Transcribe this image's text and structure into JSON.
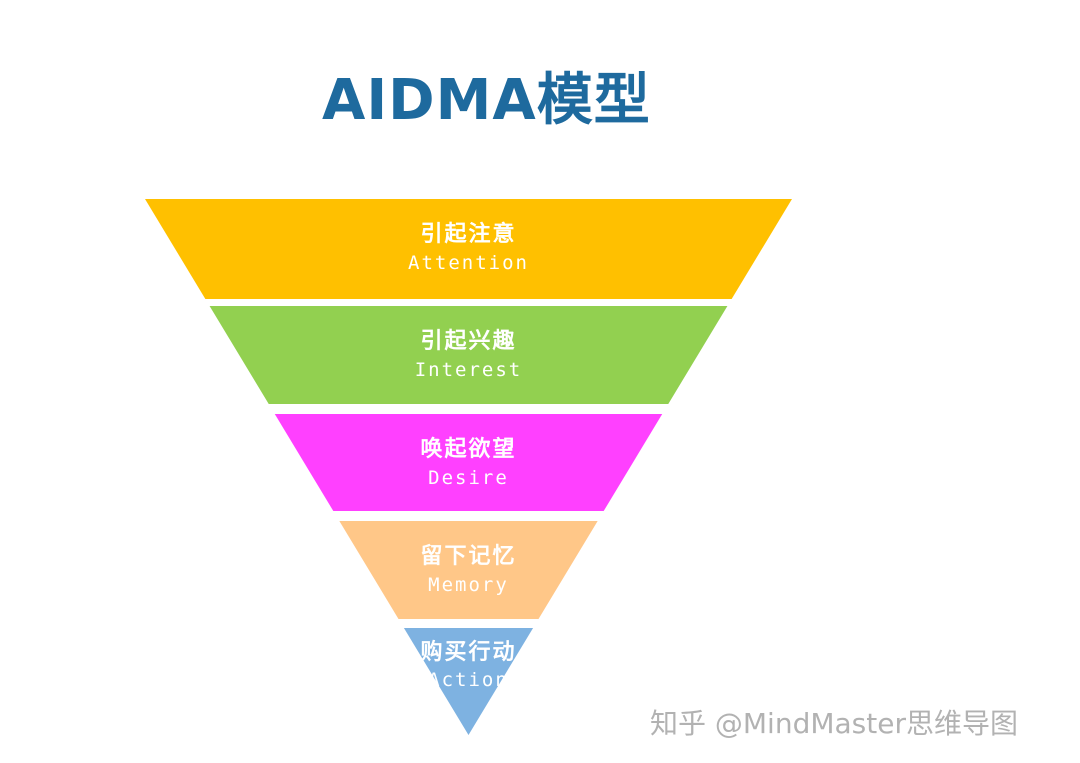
{
  "title": {
    "text": "AIDMA模型",
    "color": "#1E6A9E"
  },
  "layers": [
    {
      "zh": "引起注意",
      "en": "Attention",
      "color": "#FFC000"
    },
    {
      "zh": "引起兴趣",
      "en": "Interest",
      "color": "#92D050"
    },
    {
      "zh": "唤起欲望",
      "en": "Desire",
      "color": "#FF40FF"
    },
    {
      "zh": "留下记忆",
      "en": "Memory",
      "color": "#FFC788"
    },
    {
      "zh": "购买行动",
      "en": "Action",
      "color": "#7EB2E1"
    }
  ],
  "text_color": "#FFFFFF",
  "watermark": "知乎 @MindMaster思维导图"
}
